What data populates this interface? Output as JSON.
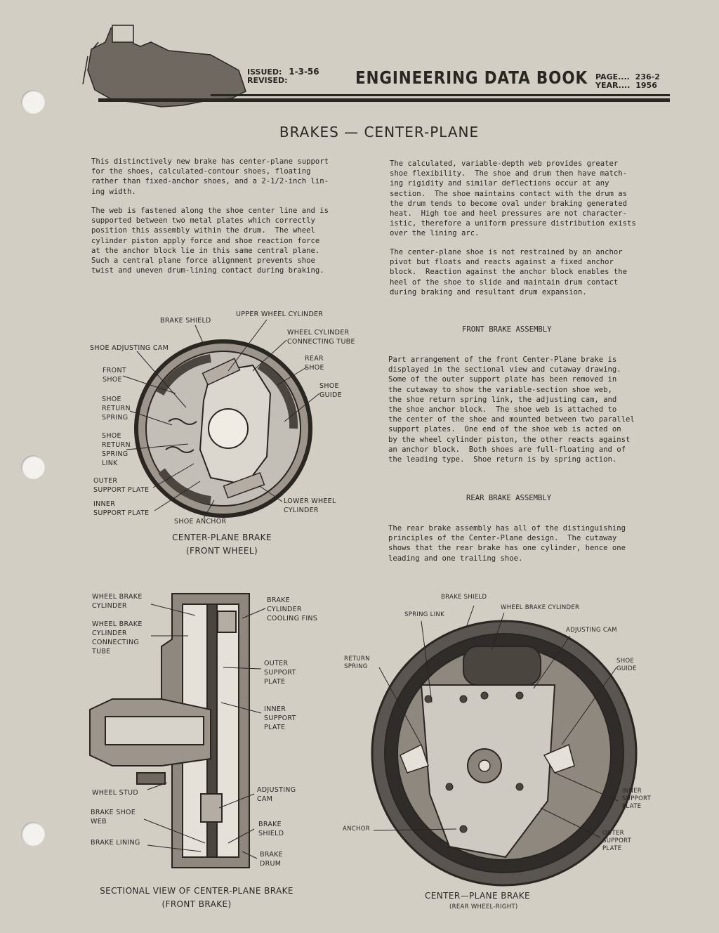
{
  "header": {
    "issued_label": "ISSUED:",
    "issued_value": "1-3-56",
    "revised_label": "REVISED:",
    "title": "ENGINEERING DATA BOOK",
    "page_label": "PAGE....",
    "page_value": "236-2",
    "year_label": "YEAR....",
    "year_value": "1956"
  },
  "title": "BRAKES — CENTER-PLANE",
  "left_paragraphs": [
    "This distinctively new brake has center-plane support\nfor the shoes, calculated-contour shoes, floating\nrather than fixed-anchor shoes, and a 2-1/2-inch lin-\ning width.",
    "The web is fastened along the shoe center line and is\nsupported between two metal plates which correctly\nposition this assembly within the drum.  The wheel\ncylinder piston apply force and shoe reaction force\nat the anchor block lie in this same central plane.\nSuch a central plane force alignment prevents shoe\ntwist and uneven drum-lining contact during braking."
  ],
  "right_paragraphs": [
    "The calculated, variable-depth web provides greater\nshoe flexibility.  The shoe and drum then have match-\ning rigidity and similar deflections occur at any\nsection.  The shoe maintains contact with the drum as\nthe drum tends to become oval under braking generated\nheat.  High toe and heel pressures are not character-\nistic, therefore a uniform pressure distribution exists\nover the lining arc.",
    "The center-plane shoe is not restrained by an anchor\npivot but floats and reacts against a fixed anchor\nblock.  Reaction against the anchor block enables the\nheel of the shoe to slide and maintain drum contact\nduring braking and resultant drum expansion."
  ],
  "front_section": {
    "heading": "FRONT BRAKE ASSEMBLY",
    "text": "Part arrangement of the front Center-Plane brake is\ndisplayed in the sectional view and cutaway drawing.\nSome of the outer support plate has been removed in\nthe cutaway to show the variable-section shoe web,\nthe shoe return spring link, the adjusting cam, and\nthe shoe anchor block.  The shoe web is attached to\nthe center of the shoe and mounted between two parallel\nsupport plates.  One end of the shoe web is acted on\nby the wheel cylinder piston, the other reacts against\nan anchor block.  Both shoes are full-floating and of\nthe leading type.  Shoe return is by spring action."
  },
  "rear_section": {
    "heading": "REAR BRAKE ASSEMBLY",
    "text": "The rear brake assembly has all of the distinguishing\nprinciples of the Center-Plane design.  The cutaway\nshows that the rear brake has one cylinder, hence one\nleading and one trailing shoe."
  },
  "front_diagram": {
    "labels": {
      "brake_shield": "BRAKE SHIELD",
      "upper_wheel_cylinder": "UPPER WHEEL CYLINDER",
      "wheel_cylinder_tube": "WHEEL CYLINDER\nCONNECTING TUBE",
      "shoe_adjusting_cam": "SHOE ADJUSTING CAM",
      "rear_shoe": "REAR\nSHOE",
      "front_shoe": "FRONT\nSHOE",
      "shoe_guide": "SHOE\nGUIDE",
      "shoe_return_spring": "SHOE\nRETURN\nSPRING",
      "shoe_return_spring_link": "SHOE\nRETURN\nSPRING\nLINK",
      "outer_support_plate": "OUTER\nSUPPORT PLATE",
      "inner_support_plate": "INNER\nSUPPORT PLATE",
      "lower_wheel_cylinder": "LOWER WHEEL\nCYLINDER",
      "shoe_anchor": "SHOE ANCHOR"
    },
    "caption": "CENTER-PLANE BRAKE\n(FRONT WHEEL)"
  },
  "section_diagram": {
    "labels": {
      "wheel_brake_cylinder": "WHEEL BRAKE\nCYLINDER",
      "wheel_brake_cylinder_tube": "WHEEL BRAKE\nCYLINDER\nCONNECTING\nTUBE",
      "cooling_fins": "BRAKE\nCYLINDER\nCOOLING FINS",
      "outer_support_plate": "OUTER\nSUPPORT\nPLATE",
      "inner_support_plate": "INNER\nSUPPORT\nPLATE",
      "wheel_stud": "WHEEL STUD",
      "adjusting_cam": "ADJUSTING\nCAM",
      "brake_shoe_web": "BRAKE SHOE\nWEB",
      "brake_shield": "BRAKE\nSHIELD",
      "brake_lining": "BRAKE LINING",
      "brake_drum": "BRAKE\nDRUM"
    },
    "caption": "SECTIONAL VIEW OF CENTER-PLANE BRAKE\n(FRONT BRAKE)"
  },
  "rear_diagram": {
    "labels": {
      "brake_shield": "BRAKE SHIELD",
      "wheel_brake_cylinder": "WHEEL BRAKE CYLINDER",
      "spring_link": "SPRING LINK",
      "adjusting_cam": "ADJUSTING CAM",
      "return_spring": "RETURN\nSPRING",
      "shoe_guide": "SHOE\nGUIDE",
      "inner_support_plate": "INNER\nSUPPORT\nPLATE",
      "anchor": "ANCHOR",
      "outer_support_plate": "OUTER\nSUPPORT\nPLATE"
    },
    "caption": "CENTER—PLANE BRAKE",
    "subcaption": "(REAR WHEEL-RIGHT)"
  }
}
